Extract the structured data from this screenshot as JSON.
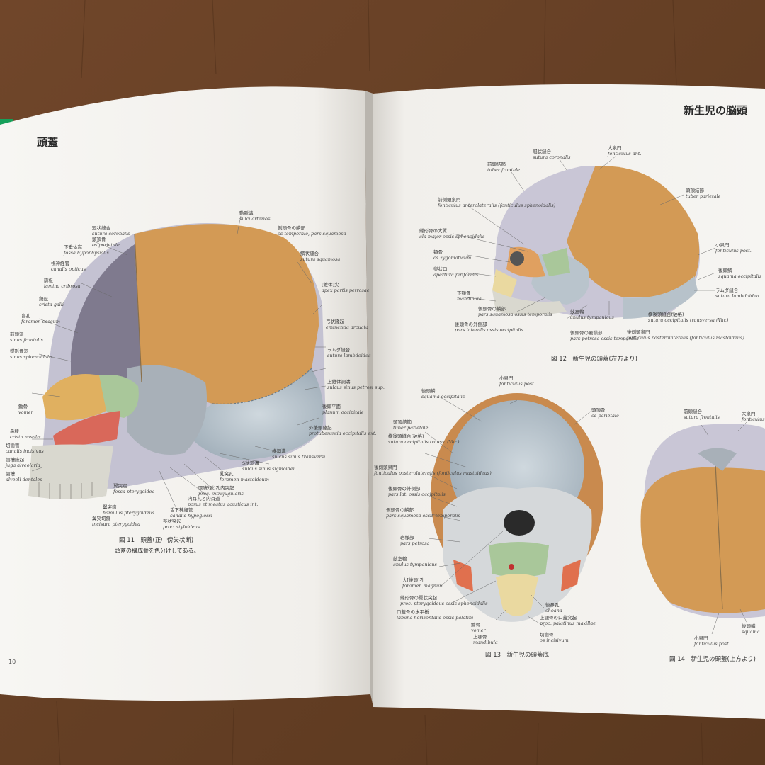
{
  "left_page": {
    "title": "頭蓋",
    "caption_1": "図 11　頭蓋(正中傍矢状断)",
    "caption_2": "頭蓋の構成骨を色分けしてある。",
    "page_number": "10",
    "labels": [
      {
        "jp": "動脈溝",
        "la": "sulci arteriosi"
      },
      {
        "jp": "側頭骨の鱗部",
        "la": "os temporale, pars squamosa"
      },
      {
        "jp": "鱗状縫合",
        "la": "sutura squamosa"
      },
      {
        "jp": "[錐体]尖",
        "la": "apex partis petrosae"
      },
      {
        "jp": "弓状隆起",
        "la": "eminentia arcuata"
      },
      {
        "jp": "ラムダ縫合",
        "la": "sutura lambdoidea"
      },
      {
        "jp": "上錐体洞溝",
        "la": "sulcus sinus petrosi sup."
      },
      {
        "jp": "後頭平面",
        "la": "planum occipitale"
      },
      {
        "jp": "外後頭隆起",
        "la": "protuberantia occipitalis ext."
      },
      {
        "jp": "横洞溝",
        "la": "sulcus sinus transversi"
      },
      {
        "jp": "S状洞溝",
        "la": "sulcus sinus sigmoidei"
      },
      {
        "jp": "乳突孔",
        "la": "foramen mastoideum"
      },
      {
        "jp": "[頸静脈]孔内突起",
        "la": "proc. intrajugularis"
      },
      {
        "jp": "内耳孔と内耳道",
        "la": "porus et meatus acusticus int."
      },
      {
        "jp": "舌下神経管",
        "la": "canalis hypoglossi"
      },
      {
        "jp": "茎状突起",
        "la": "proc. styloideus"
      },
      {
        "jp": "翼突窩",
        "la": "fossa pterygoidea"
      },
      {
        "jp": "翼突鈎",
        "la": "hamulus pterygoideus"
      },
      {
        "jp": "翼突切痕",
        "la": "incisura pterygoidea"
      },
      {
        "jp": "鼻稜",
        "la": "crista nasalis"
      },
      {
        "jp": "切歯管",
        "la": "canalis incisivus"
      },
      {
        "jp": "歯槽隆起",
        "la": "juga alveolaria"
      },
      {
        "jp": "歯槽",
        "la": "alveoli dentales"
      },
      {
        "jp": "鋤骨",
        "la": "vomer"
      },
      {
        "jp": "前頭洞",
        "la": "sinus frontalis"
      },
      {
        "jp": "蝶形骨洞",
        "la": "sinus sphenoidalis"
      },
      {
        "jp": "盲孔",
        "la": "foramen caecum"
      },
      {
        "jp": "鶏冠",
        "la": "crista galli"
      },
      {
        "jp": "篩板",
        "la": "lamina cribrosa"
      },
      {
        "jp": "視神経管",
        "la": "canalis opticus"
      },
      {
        "jp": "下垂体窩",
        "la": "fossa hypophysialis"
      },
      {
        "jp": "冠状縫合",
        "la": "sutura coronalis"
      },
      {
        "jp": "頭頂骨",
        "la": "os parietale"
      }
    ]
  },
  "right_page": {
    "title": "新生児の脳頭",
    "fig12_caption": "図 12　新生児の頭蓋(左方より)",
    "fig13_caption": "図 13　新生児の頭蓋底",
    "fig14_caption": "図 14　新生児の頭蓋(上方より)",
    "fig12_labels": [
      {
        "jp": "冠状縫合",
        "la": "sutura coronalis"
      },
      {
        "jp": "前頭結節",
        "la": "tuber frontale"
      },
      {
        "jp": "大泉門",
        "la": "fonticulus ant."
      },
      {
        "jp": "頭頂結節",
        "la": "tuber parietale"
      },
      {
        "jp": "前側頭泉門",
        "la": "fonticulus anterolateralis (fonticulus sphenoidalis)"
      },
      {
        "jp": "蝶形骨の大翼",
        "la": "ala major ossis sphenoidalis"
      },
      {
        "jp": "頬骨",
        "la": "os zygomaticum"
      },
      {
        "jp": "梨状口",
        "la": "apertura piriformis"
      },
      {
        "jp": "下顎骨",
        "la": "mandibula"
      },
      {
        "jp": "側頭骨の鱗部",
        "la": "pars squamosa ossis temporalis"
      },
      {
        "jp": "後頭骨の外側部",
        "la": "pars lateralis ossis occipitalis"
      },
      {
        "jp": "鼓室輪",
        "la": "anulus tympanicus"
      },
      {
        "jp": "側頭骨の岩様部",
        "la": "pars petrosa ossis temporalis"
      },
      {
        "jp": "小泉門",
        "la": "fonticulus post."
      },
      {
        "jp": "後頭鱗",
        "la": "squama occipitalis"
      },
      {
        "jp": "ラムダ縫合",
        "la": "sutura lambdoidea"
      },
      {
        "jp": "横後頭縫合(破格)",
        "la": "sutura occipitalis transversa (Var.)"
      },
      {
        "jp": "後側頭泉門",
        "la": "fonticulus posterolateralis (fonticulus mastoideus)"
      }
    ],
    "fig13_labels": [
      {
        "jp": "小泉門",
        "la": "fonticulus post."
      },
      {
        "jp": "後頭鱗",
        "la": "squama occipitalis"
      },
      {
        "jp": "頭頂骨",
        "la": "os parietale"
      },
      {
        "jp": "頭頂結節",
        "la": "tuber parietale"
      },
      {
        "jp": "横後頭縫合(破格)",
        "la": "sutura occipitalis transv. (Var.)"
      },
      {
        "jp": "後側頭泉門",
        "la": "fonticulus posterolateralis (fonticulus mastoideus)"
      },
      {
        "jp": "後頭骨の外側部",
        "la": "pars lat. ossis occipitalis"
      },
      {
        "jp": "側頭骨の鱗部",
        "la": "pars squamosa ossis temporalis"
      },
      {
        "jp": "岩様部",
        "la": "pars petrosa"
      },
      {
        "jp": "鼓室輪",
        "la": "anulus tympanicus"
      },
      {
        "jp": "大[後頭]孔",
        "la": "foramen magnum"
      },
      {
        "jp": "蝶形骨の翼状突起",
        "la": "proc. pterygoideus ossis sphenoidalis"
      },
      {
        "jp": "口蓋骨の水平板",
        "la": "lamina horizontalis ossis palatini"
      },
      {
        "jp": "鋤骨",
        "la": "vomer"
      },
      {
        "jp": "上顎骨",
        "la": "mandibula"
      },
      {
        "jp": "後鼻孔",
        "la": "choana"
      },
      {
        "jp": "上顎骨の口蓋突起",
        "la": "proc. palatinus maxillae"
      },
      {
        "jp": "切歯骨",
        "la": "os incisivum"
      }
    ],
    "fig14_labels": [
      {
        "jp": "前頭縫合",
        "la": "sutura frontalis"
      },
      {
        "jp": "大泉門",
        "la": "fonticulus"
      },
      {
        "jp": "小泉門",
        "la": "fonticulus post."
      },
      {
        "jp": "後頭鱗",
        "la": "squama"
      }
    ]
  },
  "colors": {
    "wood": "#6b4326",
    "page": "#f4f2ee",
    "parietal": "#d39a55",
    "temporal_gray": "#b9c4cc",
    "frontal_lavender": "#c9c6d6",
    "sphenoid_green": "#a9c79a",
    "maxilla_orange": "#e0b060",
    "palatine_red": "#d9685a",
    "spine_green": "#16a05a"
  }
}
